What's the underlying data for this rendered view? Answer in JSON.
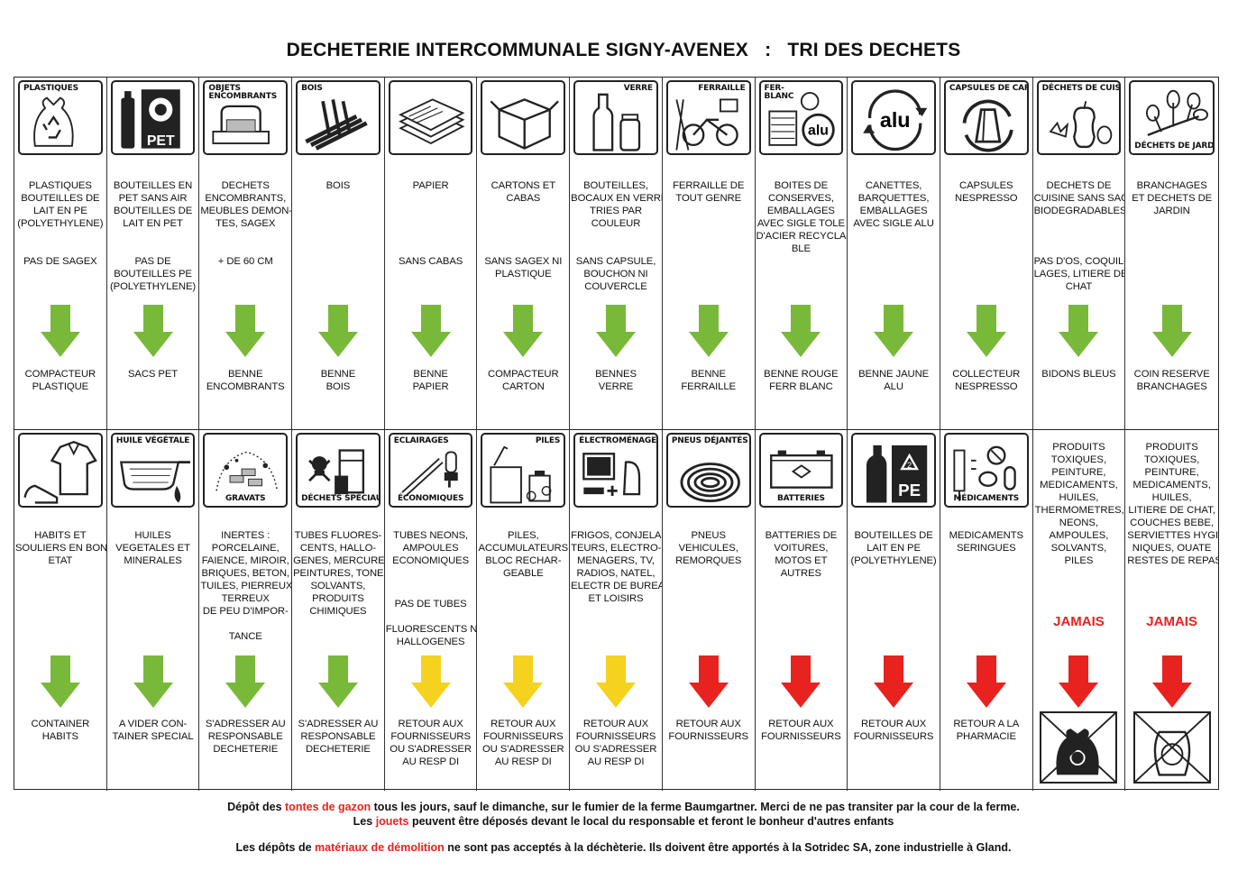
{
  "title": "DECHETERIE INTERCOMMUNALE SIGNY-AVENEX   :   TRI DES DECHETS",
  "colors": {
    "green": "#79b93a",
    "yellow": "#f4d21e",
    "red": "#e8231f"
  },
  "row1": [
    {
      "icon": "plastic-bag-recycle-icon",
      "label": "PLASTIQUES",
      "desc": "PLASTIQUES\nBOUTEILLES DE\nLAIT EN PE\n(POLYETHYLENE)",
      "excl": "PAS DE SAGEX",
      "arrow": "green",
      "dest": "COMPACTEUR\nPLASTIQUE"
    },
    {
      "icon": "pet-bottle-icon",
      "label": "PET",
      "desc": "BOUTEILLES EN\nPET SANS AIR\nBOUTEILLES DE\nLAIT EN PET",
      "excl": "PAS DE\nBOUTEILLES PE\n(POLYETHYLENE)",
      "arrow": "green",
      "dest": "SACS PET"
    },
    {
      "icon": "bulky-furniture-icon",
      "label": "OBJETS\nENCOMBRANTS",
      "desc": "DECHETS\nENCOMBRANTS,\nMEUBLES DEMON-\nTES, SAGEX",
      "excl": "+ DE 60 CM",
      "arrow": "green",
      "dest": "BENNE\nENCOMBRANTS"
    },
    {
      "icon": "wood-planks-icon",
      "label": "BOIS",
      "desc": "BOIS",
      "excl": "",
      "arrow": "green",
      "dest": "BENNE\nBOIS"
    },
    {
      "icon": "paper-stack-icon",
      "label": "",
      "desc": "PAPIER",
      "excl": "SANS CABAS",
      "arrow": "green",
      "dest": "BENNE\nPAPIER"
    },
    {
      "icon": "cardboard-box-icon",
      "label": "",
      "desc": "CARTONS ET\nCABAS",
      "excl": "SANS SAGEX NI\nPLASTIQUE",
      "arrow": "green",
      "dest": "COMPACTEUR\nCARTON"
    },
    {
      "icon": "glass-bottle-jar-icon",
      "label": "VERRE",
      "desc": "BOUTEILLES,\nBOCAUX EN VERRE\nTRIES PAR\nCOULEUR",
      "excl": "SANS CAPSULE,\nBOUCHON NI\nCOUVERCLE",
      "arrow": "green",
      "dest": "BENNES\nVERRE"
    },
    {
      "icon": "scrap-metal-bike-icon",
      "label": "FERRAILLE",
      "desc": "FERRAILLE DE\nTOUT GENRE",
      "excl": "",
      "arrow": "green",
      "dest": "BENNE\nFERRAILLE"
    },
    {
      "icon": "tin-can-alu-icon",
      "label": "FER-\nBLANC",
      "badge": "alu",
      "desc": "BOITES DE\nCONSERVES,\nEMBALLAGES\nAVEC SIGLE TOLE\nD'ACIER RECYCLA-\nBLE",
      "excl": "",
      "arrow": "green",
      "dest": "BENNE ROUGE\nFERR BLANC"
    },
    {
      "icon": "alu-recycle-icon",
      "label": "",
      "badge": "alu",
      "desc": "CANETTES,\nBARQUETTES,\nEMBALLAGES\nAVEC SIGLE ALU",
      "excl": "",
      "arrow": "green",
      "dest": "BENNE JAUNE\nALU"
    },
    {
      "icon": "coffee-capsule-icon",
      "label": "CAPSULES DE CAFÉ",
      "desc": "CAPSULES\nNESPRESSO",
      "excl": "",
      "arrow": "green",
      "dest": "COLLECTEUR\nNESPRESSO"
    },
    {
      "icon": "kitchen-waste-apple-icon",
      "label": "DÉCHETS DE CUISINE",
      "desc": "DECHETS DE\nCUISINE SANS SAC\nBIODEGRADABLES",
      "excl": "PAS D'OS, COQUIL-\nLAGES, LITIERE DE\nCHAT",
      "arrow": "green",
      "dest": "BIDONS BLEUS"
    },
    {
      "icon": "garden-branch-icon",
      "label": "DÉCHETS DE JARDIN",
      "desc": "BRANCHAGES\nET DECHETS DE\nJARDIN",
      "excl": "",
      "arrow": "green",
      "dest": "COIN RESERVE\nBRANCHAGES"
    }
  ],
  "row2": [
    {
      "icon": "clothes-shoe-icon",
      "label": "",
      "desc": "HABITS ET\nSOULIERS EN BON\nETAT",
      "excl": "",
      "arrow": "green",
      "dest": "CONTAINER\nHABITS"
    },
    {
      "icon": "vegetable-oil-pan-icon",
      "label": "HUILE VÉGÉTALE",
      "desc": "HUILES\nVEGETALES ET\nMINERALES",
      "excl": "",
      "arrow": "green",
      "dest": "A VIDER CON-\nTAINER SPECIAL"
    },
    {
      "icon": "rubble-bricks-icon",
      "label": "GRAVATS",
      "desc": "INERTES :\nPORCELAINE,\nFAIENCE, MIROIR,\nBRIQUES, BETON,\nTUILES, PIERREUX\nTERREUX\nDE PEU D'IMPOR-\n\nTANCE",
      "excl": "",
      "arrow": "green",
      "dest": "S'ADRESSER AU\nRESPONSABLE\nDECHETERIE"
    },
    {
      "icon": "special-waste-skull-icon",
      "label": "DÉCHETS SPÉCIAUX",
      "desc": "TUBES FLUORES-\nCENTS, HALLO-\nGENES, MERCURE,\nPEINTURES, TONER,\nSOLVANTS,\nPRODUITS\nCHIMIQUES",
      "excl": "",
      "arrow": "green",
      "dest": "S'ADRESSER AU\nRESPONSABLE\nDECHETERIE"
    },
    {
      "icon": "energy-saving-bulb-icon",
      "label": "ECLAIRAGES",
      "label2": "ÉCONOMIQUES",
      "desc": "TUBES NEONS,\nAMPOULES\nECONOMIQUES",
      "excl": "PAS DE TUBES\n\nFLUORESCENTS NI\nHALLOGENES",
      "arrow": "yellow",
      "dest": "RETOUR AUX\nFOURNISSEURS\nOU S'ADRESSER\nAU RESP DI"
    },
    {
      "icon": "battery-cells-icon",
      "label": "PILES",
      "desc": "PILES,\nACCUMULATEURS,\nBLOC RECHAR-\nGEABLE",
      "excl": "",
      "arrow": "yellow",
      "dest": "RETOUR AUX\nFOURNISSEURS\nOU S'ADRESSER\nAU RESP DI"
    },
    {
      "icon": "electronics-tv-icon",
      "label": "ÉLECTROMÉNAGER",
      "desc": "FRIGOS, CONJELA-\nTEURS, ELECTRO-\nMENAGERS, TV,\nRADIOS, NATEL,\nELECTR DE BUREAU\nET LOISIRS",
      "excl": "",
      "arrow": "yellow",
      "dest": "RETOUR AUX\nFOURNISSEURS\nOU S'ADRESSER\nAU RESP DI"
    },
    {
      "icon": "tire-stack-icon",
      "label": "PNEUS DÉJANTÉS",
      "desc": "PNEUS\nVEHICULES,\nREMORQUES",
      "excl": "",
      "arrow": "red",
      "dest": "RETOUR AUX\nFOURNISSEURS"
    },
    {
      "icon": "car-battery-icon",
      "label": "BATTERIES",
      "desc": "BATTERIES DE\nVOITURES,\nMOTOS ET\nAUTRES",
      "excl": "",
      "arrow": "red",
      "dest": "RETOUR AUX\nFOURNISSEURS"
    },
    {
      "icon": "pe-milk-bottle-icon",
      "label": "PE",
      "desc": "BOUTEILLES DE\nLAIT EN PE\n(POLYETHYLENE)",
      "excl": "",
      "arrow": "red",
      "dest": "RETOUR AUX\nFOURNISSEURS"
    },
    {
      "icon": "medicine-pills-icon",
      "label": "MÉDICAMENTS",
      "desc": "MEDICAMENTS\nSERINGUES",
      "excl": "",
      "arrow": "red",
      "dest": "RETOUR A LA\nPHARMACIE"
    },
    {
      "icon": "",
      "toxic": "PRODUITS\nTOXIQUES,\nPEINTURE,\nMEDICAMENTS,\nHUILES,\nTHERMOMETRES,\nNEONS,\nAMPOULES,\nSOLVANTS,\nPILES",
      "jamais": "JAMAIS",
      "arrow": "red",
      "forbid": "trash-bag-crossed-icon"
    },
    {
      "icon": "",
      "toxic": "PRODUITS\nTOXIQUES,\nPEINTURE,\nMEDICAMENTS,\nHUILES,\nLITIERE DE CHAT,\nCOUCHES BEBE,\nSERVIETTES HYGIE-\nNIQUES, OUATE\nRESTES DE REPAS",
      "jamais": "JAMAIS",
      "arrow": "red",
      "forbid": "compost-bin-crossed-icon"
    }
  ],
  "footer": {
    "line1_a": "Dépôt des ",
    "line1_red": "tontes de gazon",
    "line1_b": " tous les jours, sauf le dimanche, sur le fumier de la ferme Baumgartner. Merci de ne pas transiter par la cour de la ferme.",
    "line2_a": "Les ",
    "line2_red": "jouets",
    "line2_b": " peuvent être déposés devant le local du responsable et feront le bonheur d'autres enfants",
    "line3_a": "Les dépôts de ",
    "line3_red": "matériaux de démolition",
    "line3_b": " ne sont pas acceptés à la déchèterie. Ils doivent être apportés à la Sotridec SA, zone industrielle à Gland."
  }
}
